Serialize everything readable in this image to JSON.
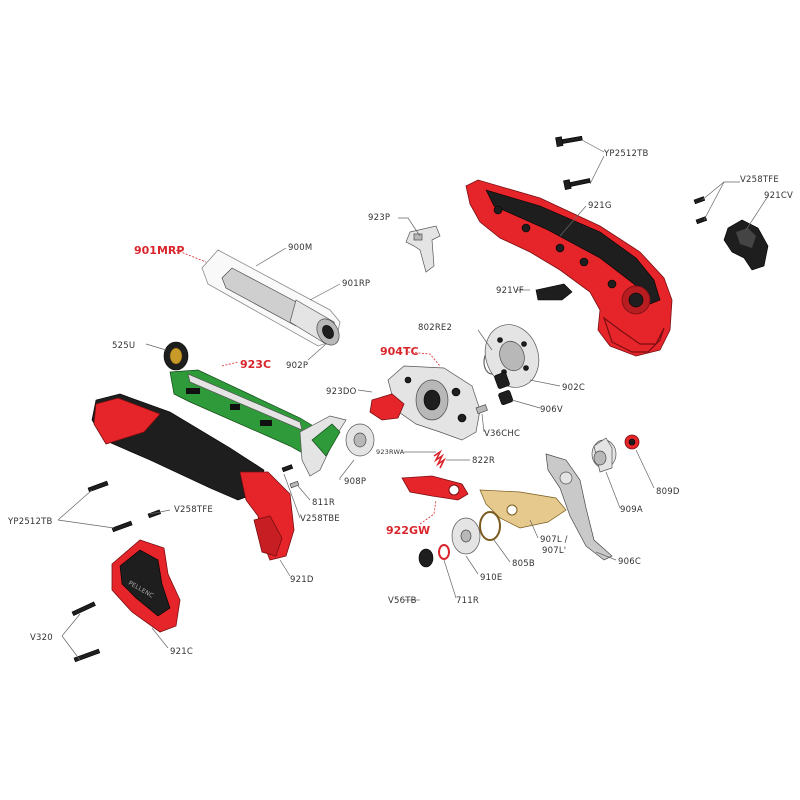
{
  "diagram": {
    "labels": {
      "yp2512tb_top": "YP2512TB",
      "v258tfe_top": "V258TFE",
      "c921cv": "921CV",
      "c921g": "921G",
      "c923p": "923P",
      "c901mrp": "901MRP",
      "c900m": "900M",
      "c901rp": "901RP",
      "c921vf": "921VF",
      "c802re2": "802RE2",
      "c525u": "525U",
      "c923c": "923C",
      "c904tc": "904TC",
      "c902c": "902C",
      "c902p": "902P",
      "c923do": "923DO",
      "c906v": "906V",
      "v36chc": "V36CHC",
      "c923rwa": "923RWA",
      "c822r": "822R",
      "c908p": "908P",
      "c809d": "809D",
      "c811r_mid": "811R",
      "v258tbe": "V258TBE",
      "c922gw": "922GW",
      "c909a": "909A",
      "yp2512tb_bottom": "YP2512TB",
      "v258tfe_bottom": "V258TFE",
      "c907l": "907L /",
      "c907l2": "907L'",
      "c805b": "805B",
      "c906c": "906C",
      "c921d": "921D",
      "c910e": "910E",
      "v56tb": "V56TB",
      "c711r": "711R",
      "v320": "V320",
      "c921c": "921C"
    },
    "logo_text": "PELLENC"
  }
}
